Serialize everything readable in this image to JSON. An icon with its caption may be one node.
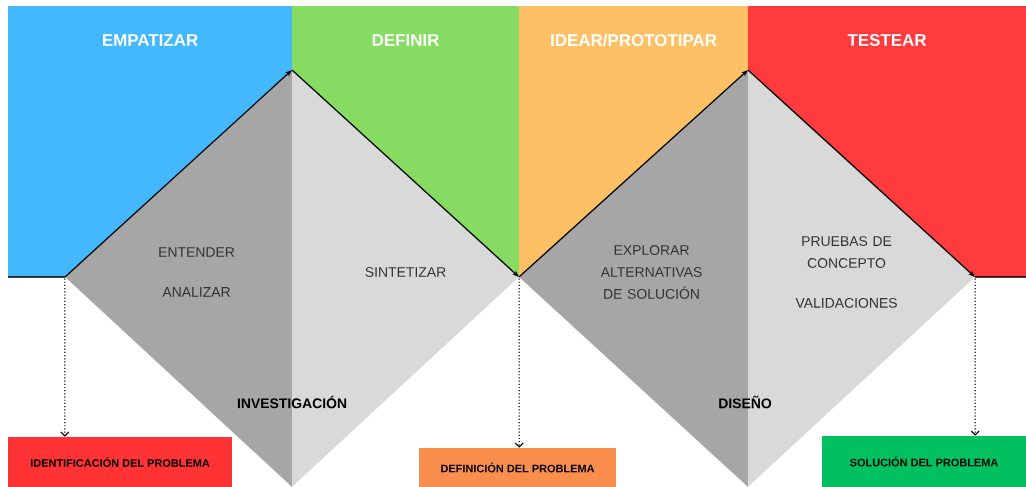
{
  "diagram": {
    "nodes": [
      {
        "text": [
          "EMPATIZAR"
        ]
      },
      {
        "text": [
          "DEFINIR"
        ]
      },
      {
        "text": [
          "IDEAR/PROTOTIPAR"
        ]
      },
      {
        "text": [
          "TESTEAR"
        ]
      },
      {
        "text": [
          "ENTENDER",
          "ANALIZAR"
        ]
      },
      {
        "text": [
          "SINTETIZAR"
        ]
      },
      {
        "text": [
          "EXPLORAR ALTERNATIVAS DE SOLUCIÓN"
        ]
      },
      {
        "text": [
          "PRUEBAS DE CONCEPTO",
          "VALIDACIONES"
        ]
      },
      {
        "text": [
          "IDENTIFICACIÓN DEL PROBLEMA"
        ]
      },
      {
        "text": [
          "DEFINICIÓN DEL PROBLEMA"
        ]
      },
      {
        "text": [
          "SOLUCIÓN DEL PROBLEMA"
        ]
      }
    ],
    "edges": [
      {
        "from": 4,
        "to": 8,
        "arrow": "to",
        "style": "dashed"
      },
      {
        "from": 5,
        "to": 9,
        "arrow": "to",
        "style": "dashed"
      },
      {
        "from": 7,
        "to": 10,
        "arrow": "to",
        "style": "dashed"
      }
    ],
    "labels": [
      "INVESTIGACIÓN",
      "DISEÑO"
    ]
  }
}
